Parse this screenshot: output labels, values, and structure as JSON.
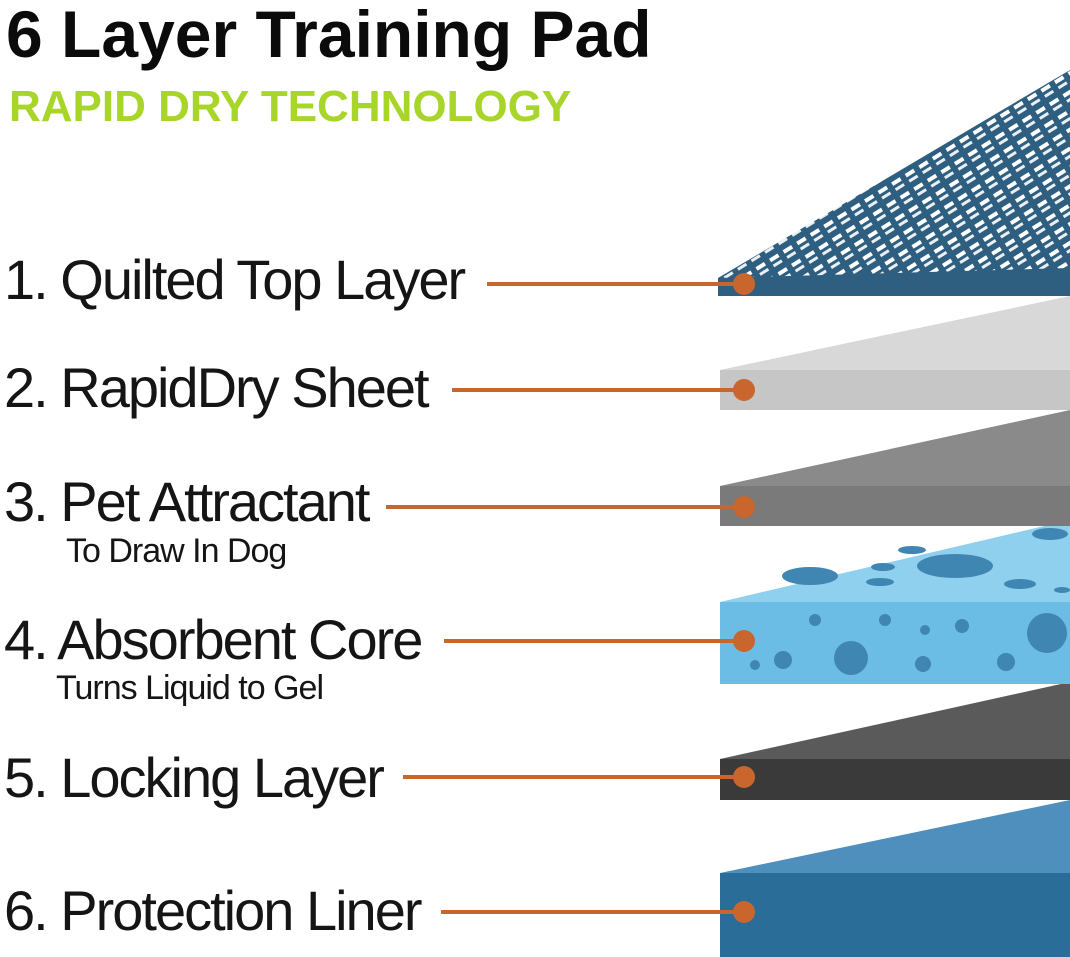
{
  "header": {
    "title": "6 Layer Training Pad",
    "subtitle": "RAPID DRY TECHNOLOGY"
  },
  "layers": [
    {
      "number": 1,
      "label": "1. Quilted Top Layer",
      "sublabel": ""
    },
    {
      "number": 2,
      "label": "2. RapidDry Sheet",
      "sublabel": ""
    },
    {
      "number": 3,
      "label": "3. Pet Attractant",
      "sublabel": "To Draw In Dog"
    },
    {
      "number": 4,
      "label": "4. Absorbent Core",
      "sublabel": "Turns Liquid to Gel"
    },
    {
      "number": 5,
      "label": "5. Locking Layer",
      "sublabel": ""
    },
    {
      "number": 6,
      "label": "6. Protection Liner",
      "sublabel": ""
    }
  ],
  "colors": {
    "title": "#0b0b0b",
    "subtitle": "#a8d52a",
    "leader": "#c8662e",
    "quilted_top": "#2e5f80",
    "rapiddry_top": "#d8d8d8",
    "rapiddry_side": "#c6c6c6",
    "attractant_top": "#8a8a8a",
    "attractant_side": "#7a7a7a",
    "core_top": "#8fd0ee",
    "core_side": "#6cbde6",
    "core_bubbles": "#3f86b2",
    "locking_top": "#5a5a5a",
    "locking_side": "#3a3a3a",
    "liner_top": "#4f8fbd",
    "liner_side": "#2b6d99"
  }
}
